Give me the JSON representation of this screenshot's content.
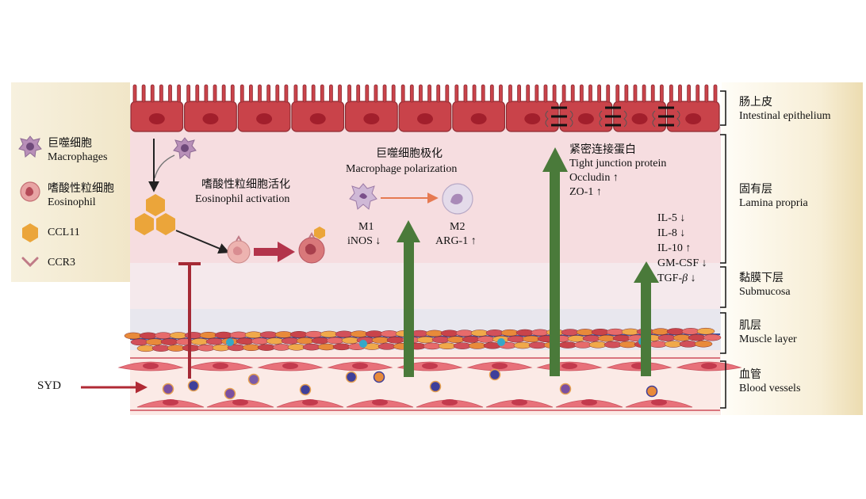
{
  "legend": {
    "macrophage": {
      "zh": "巨噬细胞",
      "en": "Macrophages"
    },
    "eosinophil": {
      "zh": "嗜酸性粒细胞",
      "en": "Eosinophil"
    },
    "ccl11": "CCL11",
    "ccr3": "CCR3"
  },
  "eos_activation": {
    "zh": "嗜酸性粒细胞活化",
    "en": "Eosinophil activation"
  },
  "mac_polarization": {
    "zh": "巨噬细胞极化",
    "en": "Macrophage polarization",
    "m1": "M1",
    "m1_marker": "iNOS ↓",
    "m2": "M2",
    "m2_marker": "ARG-1 ↑"
  },
  "tight_junction": {
    "zh": "紧密连接蛋白",
    "en": "Tight junction protein",
    "occludin": "Occludin ↑",
    "zo1": "ZO-1 ↑"
  },
  "cytokines": {
    "il5": "IL-5 ↓",
    "il8": "IL-8 ↓",
    "il10": "IL-10 ↑",
    "gmcsf": "GM-CSF ↓",
    "tgfb_prefix": "TGF-",
    "tgfb_greek": "β",
    "tgfb_suffix": " ↓"
  },
  "syd": "SYD",
  "layers": {
    "epithelium": {
      "zh": "肠上皮",
      "en": "Intestinal epithelium"
    },
    "lamina": {
      "zh": "固有层",
      "en": "Lamina propria"
    },
    "submucosa": {
      "zh": "黏膜下层",
      "en": "Submucosa"
    },
    "muscle": {
      "zh": "肌层",
      "en": "Muscle layer"
    },
    "blood": {
      "zh": "血管",
      "en": "Blood vessels"
    }
  },
  "colors": {
    "epithelium": "#c9434a",
    "lamina": "#f6dde0",
    "submucosa": "#f4e8ea",
    "muscle": "#e6e5ec",
    "vessel": "#fbe9e6",
    "green_arrow": "#4a7a3a",
    "inhibit": "#a52a35",
    "ccl11": "#eba53a",
    "panel": "#f3e9cf"
  }
}
